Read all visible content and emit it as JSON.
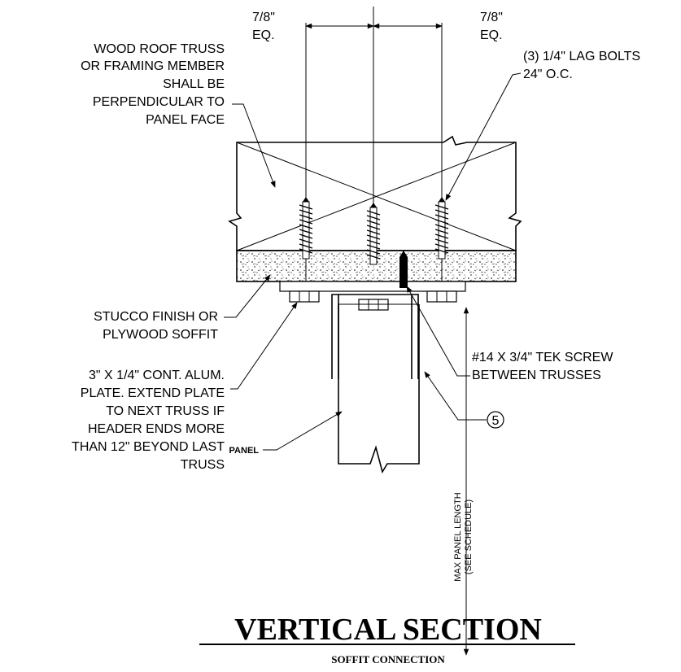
{
  "dimensions": {
    "left_dim": "7/8\"",
    "left_eq": "EQ.",
    "right_dim": "7/8\"",
    "right_eq": "EQ."
  },
  "labels": {
    "truss": [
      "WOOD ROOF TRUSS",
      "OR FRAMING MEMBER",
      "SHALL BE",
      "PERPENDICULAR TO",
      "PANEL FACE"
    ],
    "lag": [
      "(3) 1/4\" LAG BOLTS",
      "24\" O.C."
    ],
    "stucco": [
      "STUCCO FINISH OR",
      "PLYWOOD SOFFIT"
    ],
    "plate": [
      "3\" X 1/4\" CONT. ALUM.",
      "PLATE. EXTEND PLATE",
      "TO NEXT TRUSS IF",
      "HEADER ENDS MORE",
      "THAN 12\" BEYOND LAST",
      "TRUSS"
    ],
    "tek": [
      "#14 X 3/4\" TEK SCREW",
      "BETWEEN TRUSSES"
    ],
    "callout": "5",
    "panel": "PANEL",
    "max_length": [
      "MAX PANEL LENGTH",
      "(SEE SCHEDULE)"
    ]
  },
  "title": "VERTICAL SECTION",
  "subtitle": "SOFFIT CONNECTION"
}
